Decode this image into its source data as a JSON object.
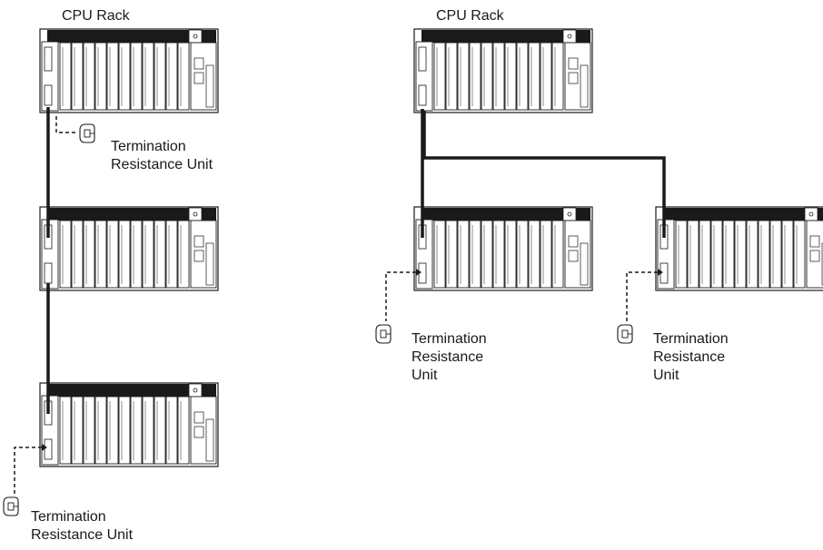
{
  "racks": {
    "left_cpu_title": "CPU Rack",
    "right_cpu_title": "CPU Rack"
  },
  "terminations": {
    "left_top": [
      "Termination",
      "Resistance Unit"
    ],
    "left_bottom": [
      "Termination",
      "Resistance Unit"
    ],
    "right_middle": [
      "Termination",
      "Resistance",
      "Unit"
    ],
    "right_far": [
      "Termination",
      "Resistance",
      "Unit"
    ]
  },
  "colors": {
    "line": "#1a1a1a",
    "rack_top": "#1a1a1a",
    "background": "#ffffff"
  },
  "icons": {
    "termination": "termination-resistor-icon",
    "rack": "plc-rack-icon"
  }
}
